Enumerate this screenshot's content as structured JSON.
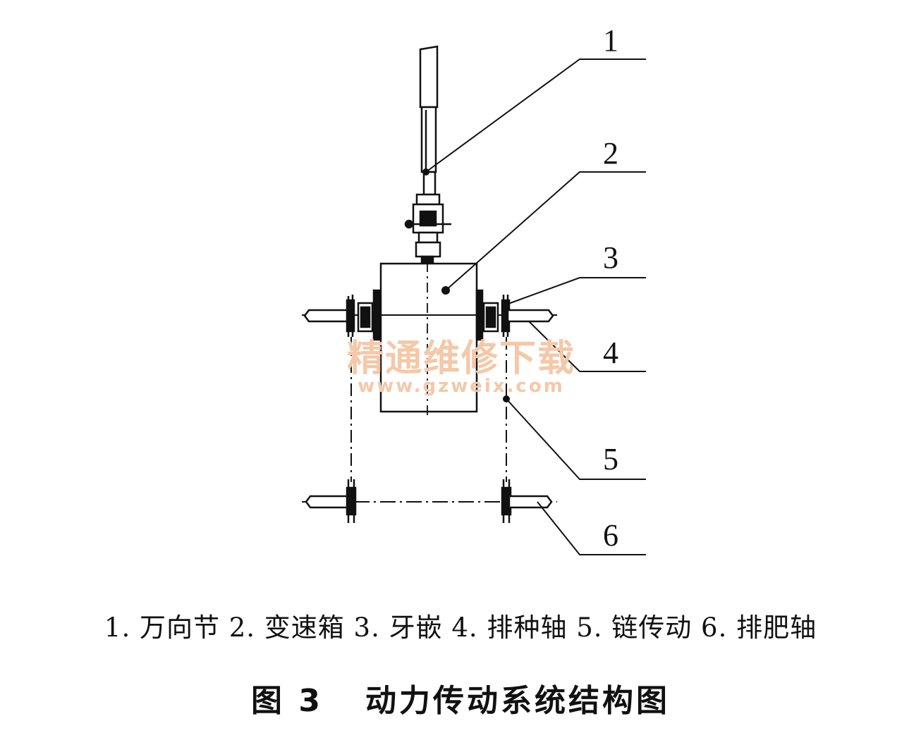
{
  "callouts": [
    "1",
    "2",
    "3",
    "4",
    "5",
    "6"
  ],
  "watermark": {
    "text": "精通维修下载",
    "url": "www.gzweix.com"
  },
  "legend": "1. 万向节 2. 变速箱 3. 牙嵌 4. 排种轴 5. 链传动 6. 排肥轴",
  "caption": {
    "figure_number": "图 3",
    "title": "动力传动系统结构图"
  }
}
